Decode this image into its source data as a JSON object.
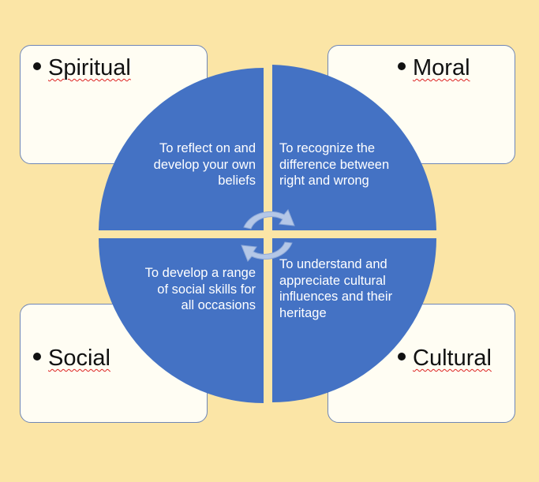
{
  "labels": {
    "spiritual": "Spiritual",
    "moral": "Moral",
    "social": "Social",
    "cultural": "Cultural"
  },
  "quadrants": {
    "top_left": "To reflect on and develop your own beliefs",
    "top_right": "To recognize the difference between right and wrong",
    "bottom_left": "To develop a range of social skills for all occasions",
    "bottom_right": "To understand and appreciate cultural influences and their heritage"
  },
  "colors": {
    "background": "#fbe5a6",
    "box_fill": "#fffdf3",
    "box_border": "#6f86b6",
    "wheel_fill": "#4472c4",
    "arrow_fill": "#b4c7e7"
  }
}
